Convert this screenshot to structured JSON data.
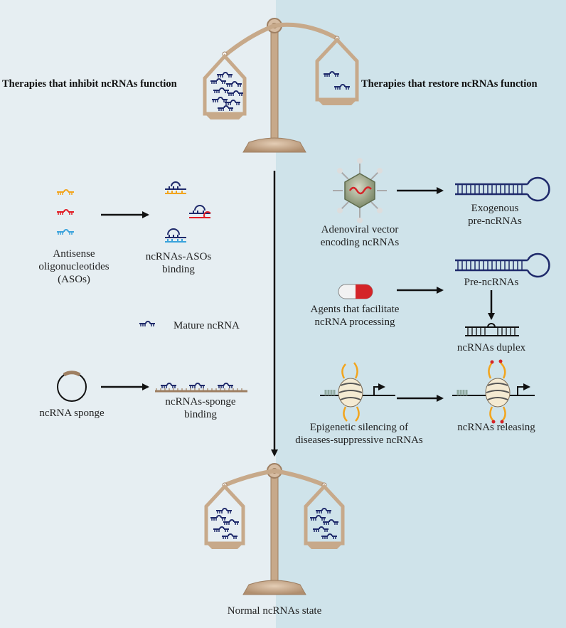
{
  "headers": {
    "left": "Therapies that inhibit ncRNAs function",
    "right": "Therapies that restore ncRNAs function"
  },
  "left_panel": {
    "aso_label": [
      "Antisense",
      "oligonucleotides",
      "(ASOs)"
    ],
    "aso_binding_label": [
      "ncRNAs-ASOs",
      "binding"
    ],
    "mature_ncrna_label": "Mature ncRNA",
    "sponge_label": "ncRNA sponge",
    "sponge_binding_label": [
      "ncRNAs-sponge",
      "binding"
    ]
  },
  "right_panel": {
    "adenoviral_label": [
      "Adenoviral vector",
      "encoding ncRNAs"
    ],
    "exogenous_label": [
      "Exogenous",
      "pre-ncRNAs"
    ],
    "agents_label": [
      "Agents that facilitate",
      "ncRNA processing"
    ],
    "pre_ncrnas_label": "Pre-ncRNAs",
    "duplex_label": "ncRNAs duplex",
    "epigenetic_label": [
      "Epigenetic silencing of",
      "diseases-suppressive ncRNAs"
    ],
    "releasing_label": "ncRNAs releasing"
  },
  "footer": {
    "normal_state_label": "Normal ncRNAs state"
  },
  "colors": {
    "left_bg": "#e6eef2",
    "right_bg": "#cfe3ea",
    "rna_navy": "#1f2a6b",
    "aso_orange": "#f2a51e",
    "aso_red": "#e21d24",
    "aso_blue": "#3aa3dc",
    "scale_tan": "#c7a98a",
    "capsule_red": "#d42428"
  }
}
